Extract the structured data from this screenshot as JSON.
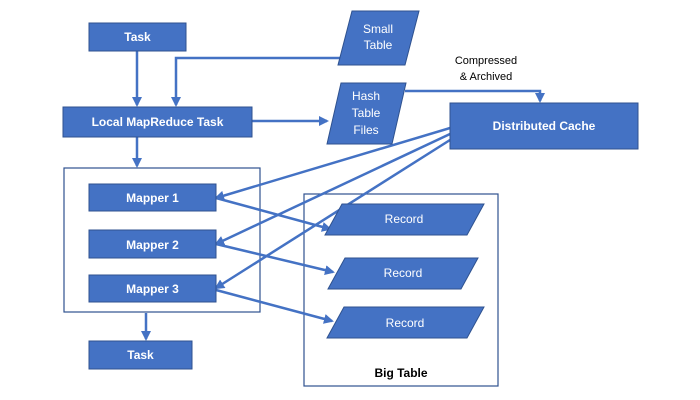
{
  "nodes": {
    "task_top": "Task",
    "small_table": [
      "Small",
      "Table"
    ],
    "local_mapreduce_task": "Local MapReduce Task",
    "hash_table_files": [
      "Hash",
      "Table",
      "Files"
    ],
    "compressed_archived": [
      "Compressed",
      "& Archived"
    ],
    "distributed_cache": "Distributed Cache",
    "mapper_1": "Mapper 1",
    "mapper_2": "Mapper 2",
    "mapper_3": "Mapper 3",
    "record_1": "Record",
    "record_2": "Record",
    "record_3": "Record",
    "task_bottom": "Task",
    "big_table": "Big Table"
  },
  "colors": {
    "box_fill": "#4472C4",
    "box_stroke": "#2F528F",
    "connector": "#4472C4"
  }
}
